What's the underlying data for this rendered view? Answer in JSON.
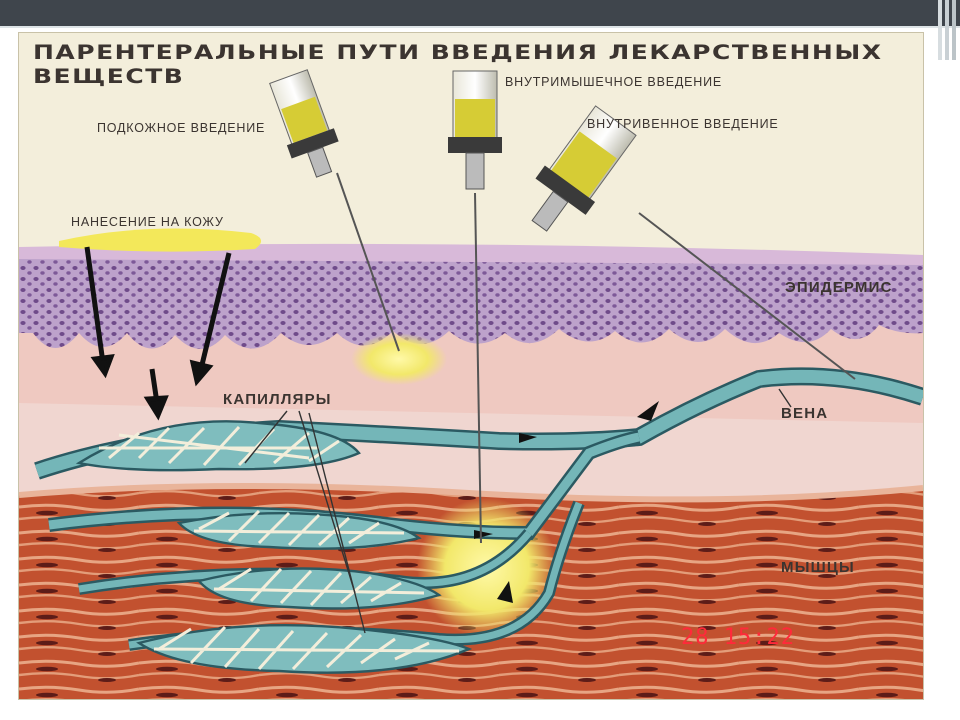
{
  "poster": {
    "title_line1": "ПАРЕНТЕРАЛЬНЫЕ ПУТИ ВВЕДЕНИЯ ЛЕКАРСТВЕННЫХ",
    "title_line2": "ВЕЩЕСТВ"
  },
  "labels": {
    "subcutaneous": "ПОДКОЖНОЕ ВВЕДЕНИЕ",
    "intramuscular": "ВНУТРИМЫШЕЧНОЕ ВВЕДЕНИЕ",
    "intravenous": "ВНУТРИВЕННОЕ ВВЕДЕНИЕ",
    "skin_application": "НАНЕСЕНИЕ НА КОЖУ",
    "epidermis": "ЭПИДЕРМИС",
    "capillaries": "КАПИЛЛЯРЫ",
    "vein": "ВЕНА",
    "muscles": "МЫШЦЫ"
  },
  "photo_stamp": "28  15:22",
  "colors": {
    "drug_yellow": "#f3e85a",
    "epidermis_purple": "#b69ac6",
    "dermis_pink": "#efc8c0",
    "muscle_red": "#b8432c",
    "vessel_teal": "#6fb3b6",
    "stamp_red": "#ff2a3a"
  }
}
